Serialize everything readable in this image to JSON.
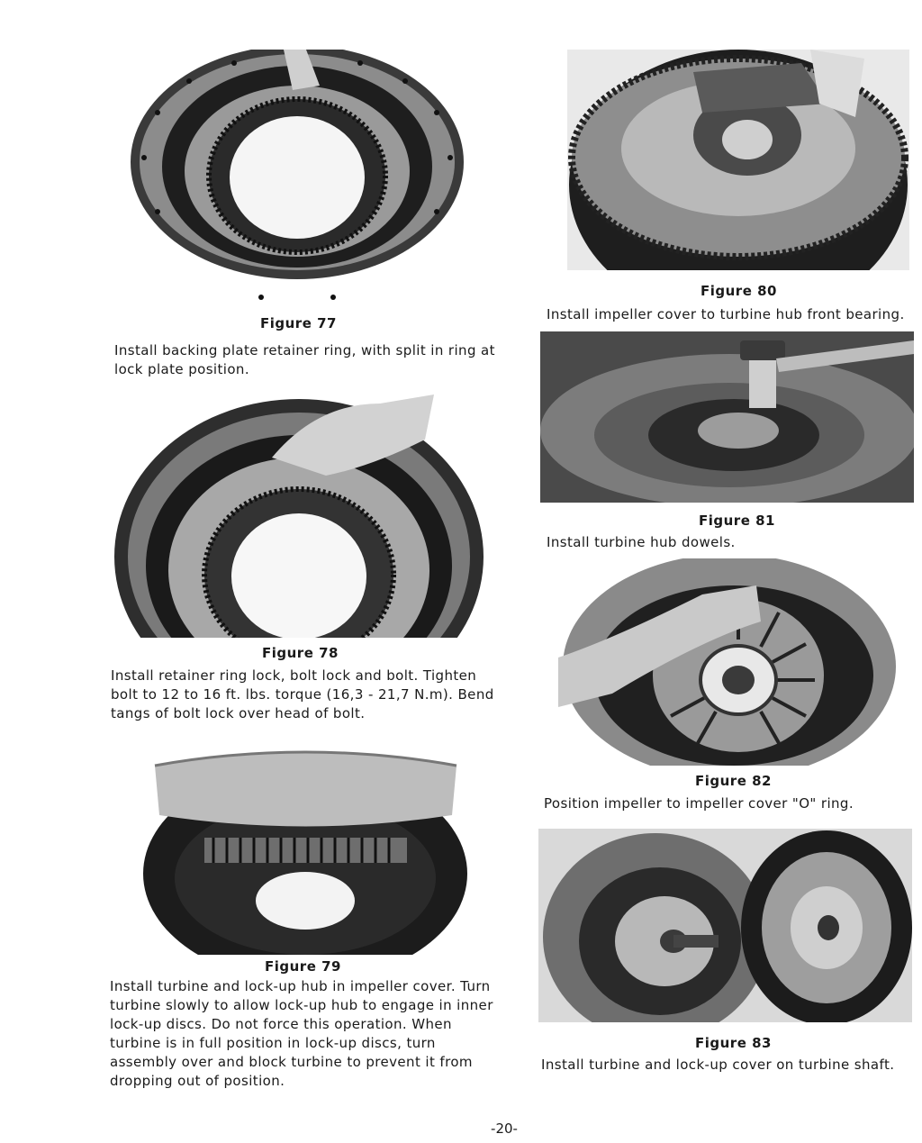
{
  "figures": [
    {
      "label": "Figure 77",
      "caption": "Install backing plate retainer ring, with split in ring at lock plate position.",
      "photo": "backing-plate-retainer-ring-photo"
    },
    {
      "label": "Figure 78",
      "caption": "Install retainer ring lock, bolt lock and bolt. Tighten bolt to 12 to 16 ft. lbs. torque (16,3 - 21,7 N.m). Bend tangs of bolt lock over head of bolt.",
      "photo": "retainer-ring-lock-photo"
    },
    {
      "label": "Figure 79",
      "caption": "Install turbine and lock-up hub in impeller cover. Turn turbine slowly to allow lock-up hub to engage in inner lock-up discs. Do not force this operation. When turbine is in full position in lock-up discs, turn assembly over and block turbine to prevent it from dropping out of position.",
      "photo": "turbine-in-impeller-cover-photo"
    },
    {
      "label": "Figure 80",
      "caption": "Install impeller cover to turbine hub front bearing.",
      "photo": "impeller-cover-bearing-photo"
    },
    {
      "label": "Figure 81",
      "caption": "Install turbine hub dowels.",
      "photo": "turbine-hub-dowels-photo"
    },
    {
      "label": "Figure 82",
      "caption": "Position impeller to impeller cover \"O\" ring.",
      "photo": "impeller-o-ring-photo"
    },
    {
      "label": "Figure 83",
      "caption": "Install turbine and lock-up cover on turbine shaft.",
      "photo": "turbine-lockup-cover-photo"
    }
  ],
  "page_number": "-20-"
}
